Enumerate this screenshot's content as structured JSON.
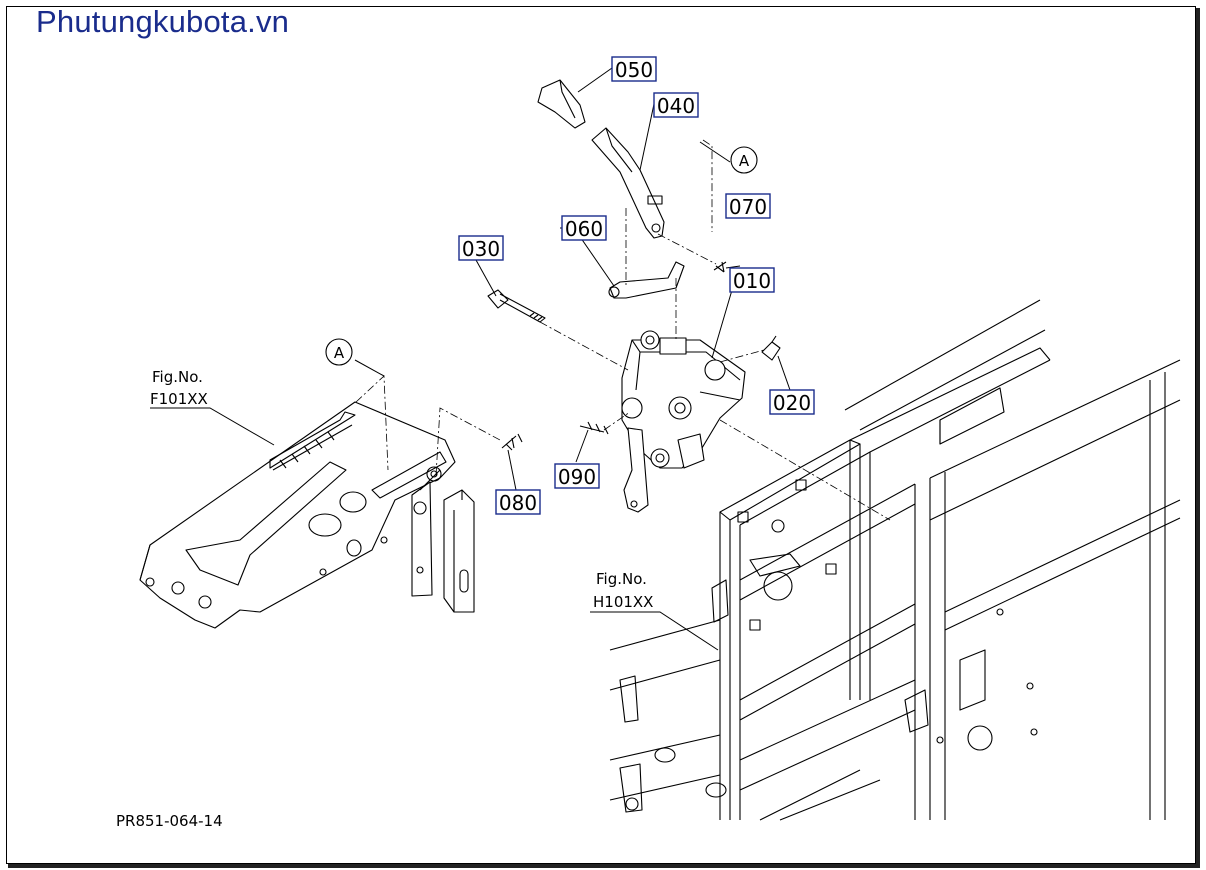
{
  "watermark": "Phutungkubota.vn",
  "diagram_id": "PR851-064-14",
  "callouts": {
    "p010": "010",
    "p020": "020",
    "p030": "030",
    "p040": "040",
    "p050": "050",
    "p060": "060",
    "p070": "070",
    "p080": "080",
    "p090": "090"
  },
  "refs": {
    "a_top": "A",
    "a_left": "A",
    "fig_left_label": "Fig.No.",
    "fig_left_code": "F101XX",
    "fig_right_label": "Fig.No.",
    "fig_right_code": "H101XX"
  },
  "colors": {
    "watermark": "#1a2c8c",
    "callout_border": "#1a2c8c",
    "line": "#000000"
  }
}
